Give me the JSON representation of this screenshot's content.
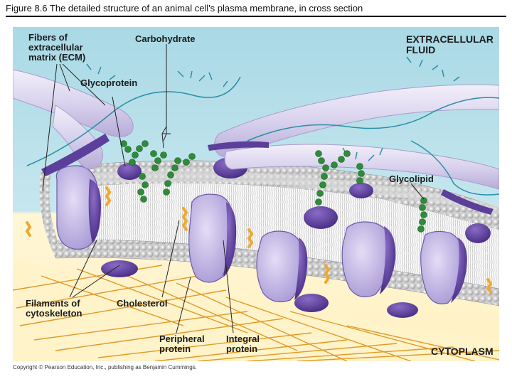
{
  "caption": "Figure 8.6  The detailed structure of an animal cell's plasma membrane, in cross section",
  "labels": {
    "fibers_ecm": [
      "Fibers of",
      "extracellular",
      "matrix (ECM)"
    ],
    "carbohydrate": "Carbohydrate",
    "glycoprotein": "Glycoprotein",
    "extracellular_fluid": [
      "EXTRACELLULAR",
      "FLUID"
    ],
    "glycolipid": "Glycolipid",
    "filaments": [
      "Filaments of",
      "cytoskeleton"
    ],
    "cholesterol": "Cholesterol",
    "peripheral_protein": [
      "Peripheral",
      "protein"
    ],
    "integral_protein": [
      "Integral",
      "protein"
    ],
    "cytoplasm": "CYTOPLASM"
  },
  "copyright": "Copyright © Pearson Education, Inc., publishing as Benjamin Cummings.",
  "colors": {
    "extracellular_bg": "#a9d9e6",
    "cytoplasm_bg": "#fff6d6",
    "ecm_fiber": "#d9d2ee",
    "protein": "#b8aee0",
    "protein_dark": "#5b3f9a",
    "head": "#d6d6d6",
    "tail": "#f7f7f7",
    "carb_green": "#2e8b3a",
    "cholesterol": "#f0a830",
    "filament": "#e09a2a",
    "branch": "#2a8fa6"
  }
}
